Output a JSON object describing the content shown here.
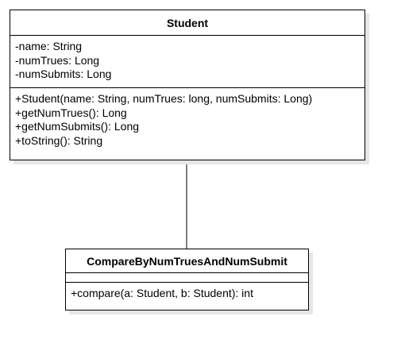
{
  "diagram": {
    "line_color": "#000000",
    "shadow_color": "#e6e6e6",
    "classes": {
      "student": {
        "name": "Student",
        "attributes": [
          "-name: String",
          "-numTrues: Long",
          "-numSubmits: Long"
        ],
        "operations": [
          "+Student(name: String, numTrues: long, numSubmits: Long)",
          "+getNumTrues(): Long",
          "+getNumSubmits(): Long",
          "+toString(): String"
        ]
      },
      "comparator": {
        "name": "CompareByNumTruesAndNumSubmit",
        "attributes": [],
        "operations": [
          "+compare(a: Student, b: Student): int"
        ]
      }
    }
  }
}
